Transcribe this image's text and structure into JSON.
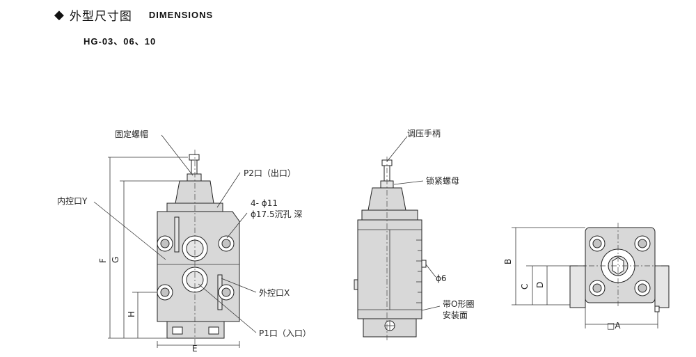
{
  "header": {
    "diamond": "◆",
    "title_cn": "外型尺寸图",
    "title_en": "DIMENSIONS"
  },
  "model": "HG-03、06、10",
  "front_view": {
    "labels": {
      "lock_nut": "固定螺帽",
      "p2_port": "P2口（出口）",
      "bolt_holes": "4- ϕ11",
      "counterbore": "ϕ17.5沉孔 深",
      "internal_pilot": "内控口Y",
      "external_pilot": "外控口X",
      "p1_port": "P1口（入口）"
    },
    "dims": {
      "F": "F",
      "G": "G",
      "H": "H",
      "E": "E"
    }
  },
  "side_view": {
    "labels": {
      "handle": "调压手柄",
      "lock_nut": "锁紧螺母",
      "pin": "ϕ6",
      "oring_line1": "带O形圈",
      "oring_line2": "安装面"
    }
  },
  "bottom_view": {
    "dims": {
      "A": "□A",
      "B": "B",
      "C": "C",
      "D": "D"
    }
  }
}
